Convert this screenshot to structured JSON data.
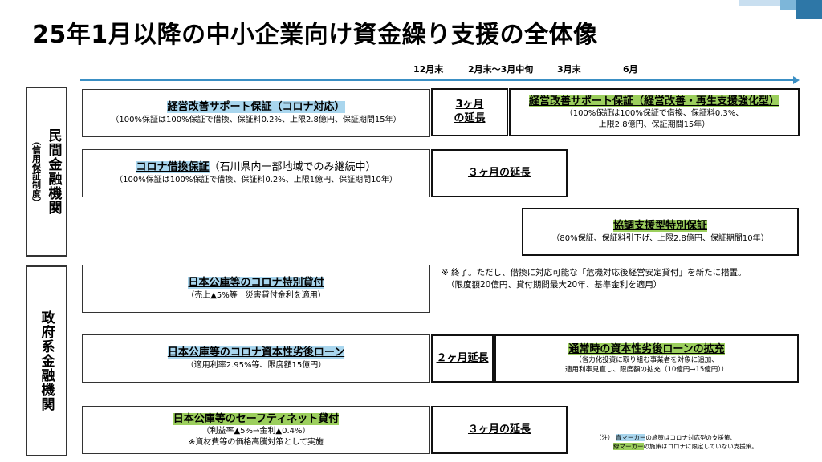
{
  "title": "25年1月以降の中小企業向け資金繰り支援の全体像",
  "timeline": {
    "labels": [
      "12月末",
      "2月末〜3月中旬",
      "3月末",
      "6月"
    ]
  },
  "side": {
    "private": {
      "label": "民間金融機関",
      "sub": "（信用保証制度）"
    },
    "government": {
      "label": "政府系金融機関"
    }
  },
  "boxes": {
    "mgmt_support": {
      "title": "経営改善サポート保証（コロナ対応）",
      "sub": "（100%保証は100%保証で借換、保証料0.2%、上限2.8億円、保証期間15年）"
    },
    "ext_3months_a": {
      "line1": "3ヶ月",
      "line2": "の延長"
    },
    "mgmt_support_new": {
      "title": "経営改善サポート保証（経営改善・再生支援強化型）",
      "sub1": "（100%保証は100%保証で借換、保証料0.3%、",
      "sub2": "上限2.8億円、保証期間15年）"
    },
    "corona_refi": {
      "title_hl": "コロナ借換保証",
      "title_rest": "（石川県内一部地域でのみ継続中）",
      "sub": "（100%保証は100%保証で借換、保証料0.2%、上限1億円、保証期間10年）"
    },
    "ext_3months_b": {
      "label": "３ヶ月の延長"
    },
    "coop_support": {
      "title": "協調支援型特別保証",
      "sub": "（80%保証、保証料引下げ、上限2.8億円、保証期間10年）"
    },
    "jfc_corona_loan": {
      "title": "日本公庫等のコロナ特別貸付",
      "sub": "（売上▲5%等　災害貸付金利を適用）"
    },
    "end_note": {
      "line1": "※ 終了。ただし、借換に対応可能な「危機対応後経営安定貸付」を新たに措置。",
      "line2": "（限度額20億円、貸付期間最大20年、基準金利を適用）"
    },
    "jfc_capital_loan": {
      "title": "日本公庫等のコロナ資本性劣後ローン",
      "sub": "（適用利率2.95%等、限度額15億円）"
    },
    "ext_2months": {
      "label": "２ヶ月延長"
    },
    "capital_expand": {
      "title": "通常時の資本性劣後ローンの拡充",
      "sub1": "（省力化投資に取り組む事業者を対象に追加、",
      "sub2": "適用利率見直し、限度額の拡充（10億円→15億円））"
    },
    "jfc_safety_net": {
      "title": "日本公庫等のセーフティネット貸付",
      "sub1": "（利益率▲5%→金利▲0.4%）",
      "sub2": "※資材費等の価格高騰対策として実施"
    },
    "ext_3months_c": {
      "label": "３ヶ月の延長"
    }
  },
  "footnote": {
    "prefix": "（注）",
    "blue_word": "青マーカー",
    "blue_rest": "の施策はコロナ対応型の支援策、",
    "green_word": "緑マーカー",
    "green_rest": "の施策はコロナに限定していない支援策。"
  },
  "colors": {
    "blue_marker": "#a9d6ee",
    "green_marker": "#9ccf5d",
    "timeline": "#3a8fc4"
  }
}
